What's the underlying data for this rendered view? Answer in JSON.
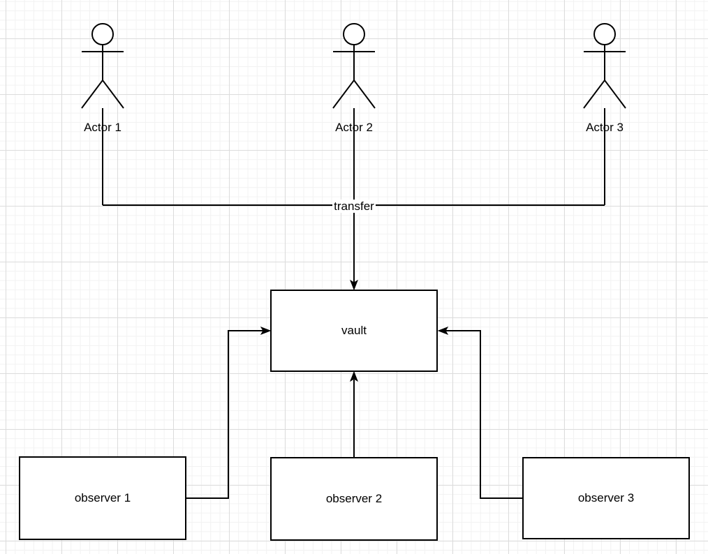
{
  "diagram": {
    "actors": [
      {
        "label": "Actor 1"
      },
      {
        "label": "Actor 2"
      },
      {
        "label": "Actor 3"
      }
    ],
    "transfer_edge": {
      "label": "transfer"
    },
    "vault": {
      "label": "vault"
    },
    "observers": [
      {
        "label": "observer 1"
      },
      {
        "label": "observer 2"
      },
      {
        "label": "observer 3"
      }
    ],
    "colors": {
      "stroke": "#000000",
      "shape_fill": "#ffffff",
      "text": "#000000",
      "grid_minor": "#f2f2f2",
      "grid_major": "#dcdcdc",
      "background": "#ffffff"
    }
  }
}
